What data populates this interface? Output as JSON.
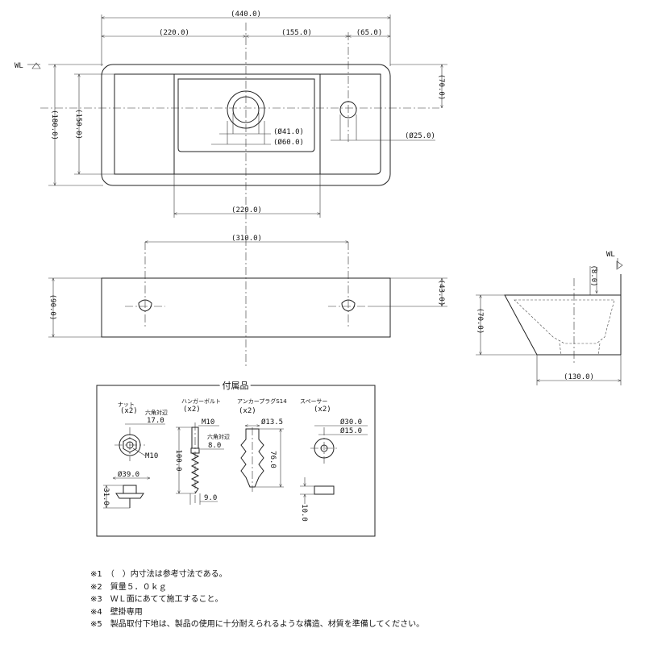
{
  "plan_view": {
    "dim_overall_width": "(440.0)",
    "dim_left_width": "(220.0)",
    "dim_hole_to_tap": "(155.0)",
    "dim_tap_to_edge": "(65.0)",
    "wl_label": "WL",
    "dim_overall_depth": "(180.0)",
    "dim_bowl_depth": "(150.0)",
    "dim_tap_offset": "(70.0)",
    "dim_drain_dia_inner": "(Ø41.0)",
    "dim_drain_dia_outer": "(Ø60.0)",
    "dim_tap_hole_dia": "(Ø25.0)",
    "dim_bowl_width": "(220.0)"
  },
  "rear_view": {
    "dim_mount_spacing": "(310.0)",
    "dim_height": "(90.0)",
    "dim_mount_height": "(43.0)"
  },
  "side_view": {
    "wl_label": "WL",
    "dim_offset": "(8.0)",
    "dim_height": "(70.0)",
    "dim_projection": "(130.0)"
  },
  "accessories": {
    "title": "付属品",
    "nut": {
      "name": "ナット",
      "qty": "(x2)",
      "hex_label": "六角対辺",
      "hex_value": "17.0",
      "thread": "M10",
      "flange_dia": "Ø39.0",
      "height": "31.0"
    },
    "hanger_bolt": {
      "name": "ハンガーボルト",
      "qty": "(x2)",
      "thread": "M10",
      "hex_label": "六角対辺",
      "hex_value": "8.0",
      "length": "100.0",
      "tip": "9.0"
    },
    "anchor_plug": {
      "name": "アンカープラグS14",
      "qty": "(x2)",
      "dia": "Ø13.5",
      "length": "76.0"
    },
    "spacer": {
      "name": "スペーサー",
      "qty": "(x2)",
      "outer_dia": "Ø30.0",
      "inner_dia": "Ø15.0",
      "thickness": "10.0"
    }
  },
  "notes": [
    "※1　（　）内寸法は参考寸法である。",
    "※2　質量５．０ｋｇ",
    "※3　ＷＬ面にあてて施工すること。",
    "※4　壁掛専用",
    "※5　製品取付下地は、製品の使用に十分耐えられるような構造、材質を準備してください。"
  ]
}
